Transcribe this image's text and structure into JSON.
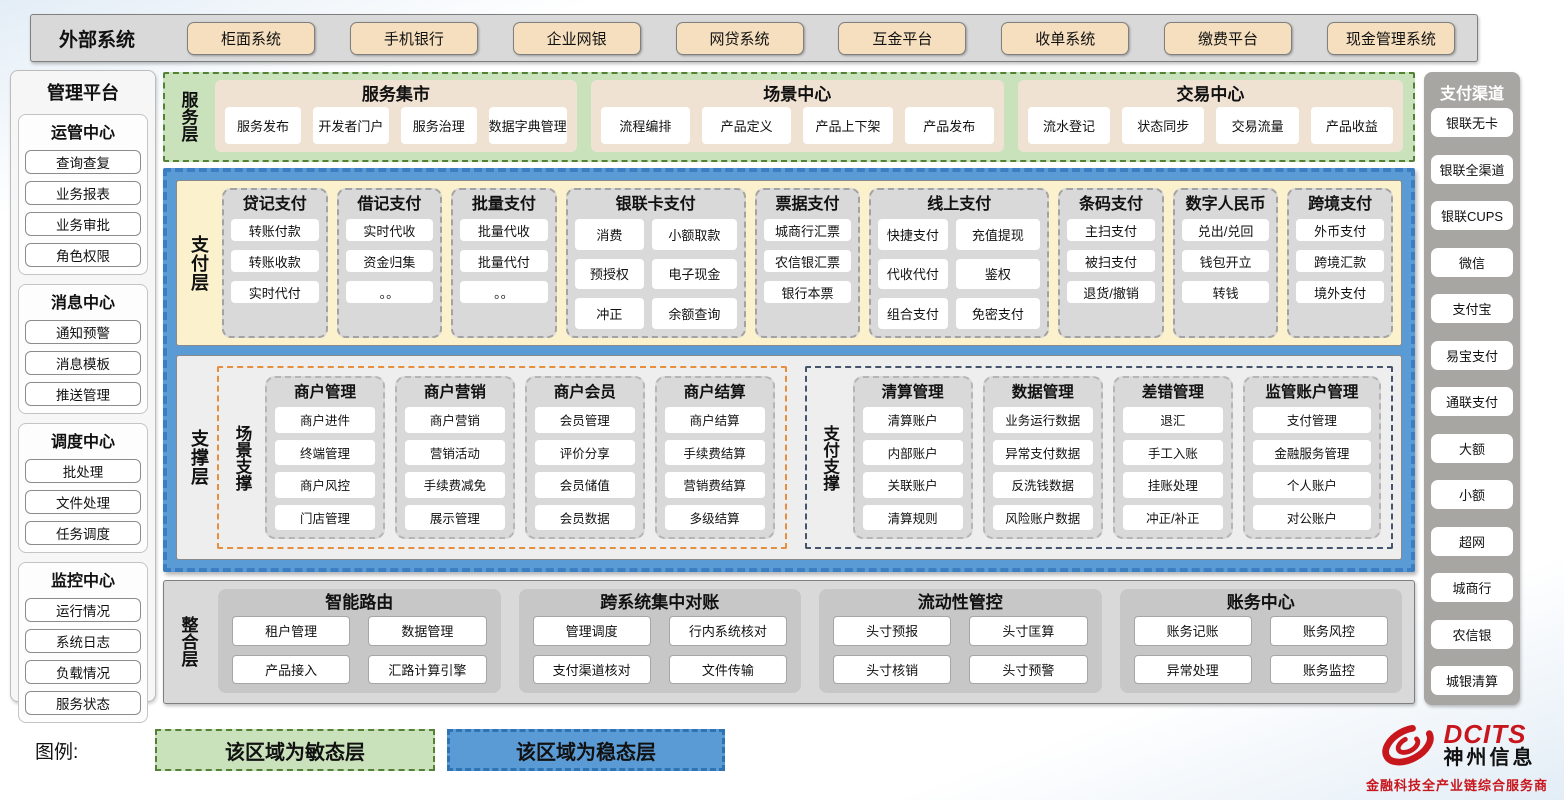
{
  "colors": {
    "agile_green": "#c9e2bb",
    "agile_border": "#538135",
    "stable_blue": "#5b9bd5",
    "payment_yellow": "#fcf1cd",
    "column_gray": "#d9d9d9",
    "tan_button": "#f5dfbe",
    "tan_panel": "#f0e2d2",
    "scene_orange_border": "#e58f3f",
    "payment_support_border": "#44546a",
    "channel_gray": "#a8a6a3",
    "brand_red": "#c8161d"
  },
  "external_systems": {
    "label": "外部系统",
    "items": [
      "柜面系统",
      "手机银行",
      "企业网银",
      "网贷系统",
      "互金平台",
      "收单系统",
      "缴费平台",
      "现金管理系统"
    ]
  },
  "management_platform": {
    "title": "管理平台",
    "groups": [
      {
        "title": "运管中心",
        "items": [
          "查询查复",
          "业务报表",
          "业务审批",
          "角色权限"
        ]
      },
      {
        "title": "消息中心",
        "items": [
          "通知预警",
          "消息模板",
          "推送管理"
        ]
      },
      {
        "title": "调度中心",
        "items": [
          "批处理",
          "文件处理",
          "任务调度"
        ]
      },
      {
        "title": "监控中心",
        "items": [
          "运行情况",
          "系统日志",
          "负载情况",
          "服务状态"
        ]
      }
    ]
  },
  "service_layer": {
    "label": "服务层",
    "groups": [
      {
        "title": "服务集市",
        "items": [
          "服务发布",
          "开发者门户",
          "服务治理",
          "数据字典管理"
        ]
      },
      {
        "title": "场景中心",
        "items": [
          "流程编排",
          "产品定义",
          "产品上下架",
          "产品发布"
        ]
      },
      {
        "title": "交易中心",
        "items": [
          "流水登记",
          "状态同步",
          "交易流量",
          "产品收益"
        ]
      }
    ]
  },
  "payment_layer": {
    "label": "支付层",
    "columns": [
      {
        "title": "贷记支付",
        "items": [
          "转账付款",
          "转账收款",
          "实时代付"
        ]
      },
      {
        "title": "借记支付",
        "items": [
          "实时代收",
          "资金归集",
          "。。"
        ]
      },
      {
        "title": "批量支付",
        "items": [
          "批量代收",
          "批量代付",
          "。。"
        ]
      },
      {
        "title": "银联卡支付",
        "items": [
          "消费",
          "小额取款",
          "预授权",
          "电子现金",
          "冲正",
          "余额查询"
        ]
      },
      {
        "title": "票据支付",
        "items": [
          "城商行汇票",
          "农信银汇票",
          "银行本票"
        ]
      },
      {
        "title": "线上支付",
        "items": [
          "快捷支付",
          "充值提现",
          "代收代付",
          "鉴权",
          "组合支付",
          "免密支付"
        ]
      },
      {
        "title": "条码支付",
        "items": [
          "主扫支付",
          "被扫支付",
          "退货/撤销"
        ]
      },
      {
        "title": "数字人民币",
        "items": [
          "兑出/兑回",
          "钱包开立",
          "转钱"
        ]
      },
      {
        "title": "跨境支付",
        "items": [
          "外币支付",
          "跨境汇款",
          "境外支付"
        ]
      }
    ]
  },
  "support_layer": {
    "label": "支撑层",
    "scene_support": {
      "label": "场景支撑",
      "columns": [
        {
          "title": "商户管理",
          "items": [
            "商户进件",
            "终端管理",
            "商户风控",
            "门店管理"
          ]
        },
        {
          "title": "商户营销",
          "items": [
            "商户营销",
            "营销活动",
            "手续费减免",
            "展示管理"
          ]
        },
        {
          "title": "商户会员",
          "items": [
            "会员管理",
            "评价分享",
            "会员储值",
            "会员数据"
          ]
        },
        {
          "title": "商户结算",
          "items": [
            "商户结算",
            "手续费结算",
            "营销费结算",
            "多级结算"
          ]
        }
      ]
    },
    "payment_support": {
      "label": "支付支撑",
      "columns": [
        {
          "title": "清算管理",
          "items": [
            "清算账户",
            "内部账户",
            "关联账户",
            "清算规则"
          ]
        },
        {
          "title": "数据管理",
          "items": [
            "业务运行数据",
            "异常支付数据",
            "反洗钱数据",
            "风险账户数据"
          ]
        },
        {
          "title": "差错管理",
          "items": [
            "退汇",
            "手工入账",
            "挂账处理",
            "冲正/补正"
          ]
        },
        {
          "title": "监管账户管理",
          "items": [
            "支付管理",
            "金融服务管理",
            "个人账户",
            "对公账户"
          ]
        }
      ]
    }
  },
  "integration_layer": {
    "label": "整合层",
    "panels": [
      {
        "title": "智能路由",
        "items": [
          "租户管理",
          "数据管理",
          "产品接入",
          "汇路计算引擎"
        ]
      },
      {
        "title": "跨系统集中对账",
        "items": [
          "管理调度",
          "行内系统核对",
          "支付渠道核对",
          "文件传输"
        ]
      },
      {
        "title": "流动性管控",
        "items": [
          "头寸预报",
          "头寸匡算",
          "头寸核销",
          "头寸预警"
        ]
      },
      {
        "title": "账务中心",
        "items": [
          "账务记账",
          "账务风控",
          "异常处理",
          "账务监控"
        ]
      }
    ]
  },
  "payment_channels": {
    "title": "支付渠道",
    "items": [
      "银联无卡",
      "银联全渠道",
      "银联CUPS",
      "微信",
      "支付宝",
      "易宝支付",
      "通联支付",
      "大额",
      "小额",
      "超网",
      "城商行",
      "农信银",
      "城银清算"
    ]
  },
  "legend": {
    "label": "图例:",
    "agile_label": "该区域为敏态层",
    "stable_label": "该区域为稳态层"
  },
  "logo": {
    "brand": "DCITS",
    "company": "神州信息",
    "slogan": "金融科技全产业链综合服务商"
  }
}
